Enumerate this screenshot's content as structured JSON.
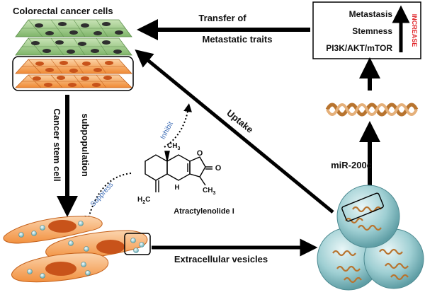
{
  "labels": {
    "colorectal_cells": "Colorectal cancer cells",
    "transfer_line1": "Transfer of",
    "transfer_line2": "Metastatic traits",
    "box_metastasis": "Metastasis",
    "box_stemness": "Stemness",
    "box_pathway": "PI3K/AKT/mTOR",
    "increase": "INCREASE",
    "stem_line1": "Cancer stem cell",
    "stem_line2": "subpopulation",
    "inhibit": "Inhibit",
    "suppress": "Suppress",
    "uptake": "Uptake",
    "mirna": "miR-200c",
    "compound": "Atractylenolide I",
    "evs": "Extracellular vesicles"
  },
  "chem": {
    "ch3_top": "CH",
    "ch3_right": "CH",
    "h2c": "H",
    "h_atom": "H",
    "o_ring": "O",
    "o_carbonyl": "O",
    "sub3": "3",
    "sub2": "2",
    "c_letter": "C"
  },
  "colors": {
    "green_cell": "#7fb56a",
    "orange_cell": "#f39a45",
    "nucleus_dark": "#2f2f2f",
    "nucleus_orange": "#c8531a",
    "vesicle_teal": "#9fcfd3",
    "increase_red": "#e0262a",
    "text_blue": "#3b6bb5",
    "helix_brown": "#b8742f"
  }
}
